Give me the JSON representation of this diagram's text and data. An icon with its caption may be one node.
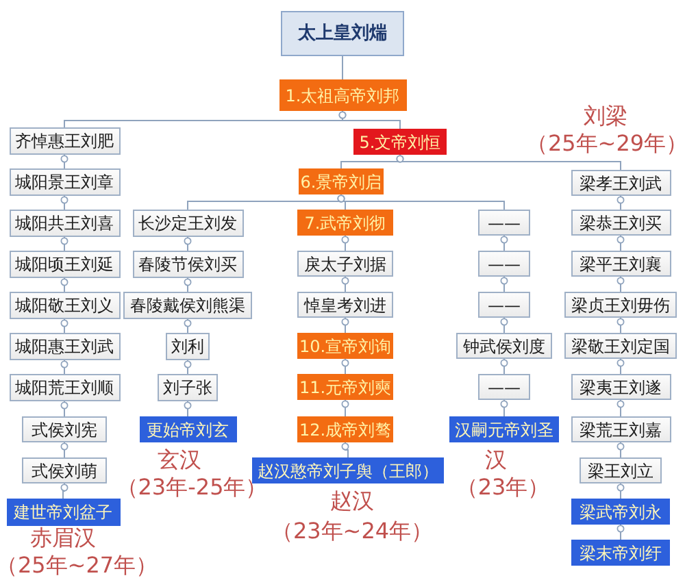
{
  "diagram": {
    "nodes": [
      {
        "text": [
          "太上皇刘煓"
        ]
      },
      {
        "text": [
          "1.太祖高帝刘邦"
        ]
      },
      {
        "text": [
          "齐悼惠王刘肥"
        ]
      },
      {
        "text": [
          "5.文帝刘恒"
        ]
      },
      {
        "text": [
          "城阳景王刘章"
        ]
      },
      {
        "text": [
          "6.景帝刘启"
        ]
      },
      {
        "text": [
          "梁孝王刘武"
        ]
      },
      {
        "text": [
          "城阳共王刘喜"
        ]
      },
      {
        "text": [
          "长沙定王刘发"
        ]
      },
      {
        "text": [
          "7.武帝刘彻"
        ]
      },
      {
        "text": [
          "——"
        ]
      },
      {
        "text": [
          "梁恭王刘买"
        ]
      },
      {
        "text": [
          "城阳顷王刘延"
        ]
      },
      {
        "text": [
          "春陵节侯刘买"
        ]
      },
      {
        "text": [
          "戾太子刘据"
        ]
      },
      {
        "text": [
          "——"
        ]
      },
      {
        "text": [
          "梁平王刘襄"
        ]
      },
      {
        "text": [
          "城阳敬王刘义"
        ]
      },
      {
        "text": [
          "春陵戴侯刘熊渠"
        ]
      },
      {
        "text": [
          "悼皇考刘进"
        ]
      },
      {
        "text": [
          "——"
        ]
      },
      {
        "text": [
          "梁贞王刘毋伤"
        ]
      },
      {
        "text": [
          "城阳惠王刘武"
        ]
      },
      {
        "text": [
          "刘利"
        ]
      },
      {
        "text": [
          "10.宣帝刘询"
        ]
      },
      {
        "text": [
          "钟武侯刘度"
        ]
      },
      {
        "text": [
          "梁敬王刘定国"
        ]
      },
      {
        "text": [
          "城阳荒王刘顺"
        ]
      },
      {
        "text": [
          "刘子张"
        ]
      },
      {
        "text": [
          "11.元帝刘奭"
        ]
      },
      {
        "text": [
          "——"
        ]
      },
      {
        "text": [
          "梁夷王刘遂"
        ]
      },
      {
        "text": [
          "式侯刘宪"
        ]
      },
      {
        "text": [
          "更始帝刘玄"
        ],
        "beside": [
          "玄汉",
          "（23年-25年）"
        ]
      },
      {
        "text": [
          "12.成帝刘骜"
        ]
      },
      {
        "text": [
          "汉嗣元帝刘圣"
        ],
        "beside": [
          "汉",
          "（23年）"
        ]
      },
      {
        "text": [
          "梁荒王刘嘉"
        ]
      },
      {
        "text": [
          "式侯刘萌"
        ]
      },
      {
        "text": [
          "赵汉憨帝刘子舆（王郎）"
        ],
        "beside": [
          "赵汉",
          "（23年~24年）"
        ]
      },
      {
        "text": [
          "梁王刘立"
        ]
      },
      {
        "text": [
          "建世帝刘盆子"
        ],
        "beside": [
          "赤眉汉",
          "（25年~27年）"
        ]
      },
      {
        "text": [
          "梁武帝刘永"
        ]
      },
      {
        "text": [
          "梁末帝刘纡"
        ]
      }
    ],
    "edges": [
      {
        "from": 0,
        "to": 1,
        "arrow": "none"
      },
      {
        "from": 1,
        "to": 2,
        "arrow": "other"
      },
      {
        "from": 1,
        "to": 3,
        "arrow": "other"
      },
      {
        "from": 3,
        "to": 5,
        "arrow": "other"
      },
      {
        "from": 3,
        "to": 6,
        "arrow": "other"
      },
      {
        "from": 5,
        "to": 8,
        "arrow": "other"
      },
      {
        "from": 5,
        "to": 9,
        "arrow": "other"
      },
      {
        "from": 5,
        "to": 10,
        "arrow": "other"
      },
      {
        "from": 2,
        "to": 4,
        "arrow": "other"
      },
      {
        "from": 4,
        "to": 7,
        "arrow": "other"
      },
      {
        "from": 7,
        "to": 12,
        "arrow": "other"
      },
      {
        "from": 12,
        "to": 17,
        "arrow": "other"
      },
      {
        "from": 17,
        "to": 22,
        "arrow": "other"
      },
      {
        "from": 22,
        "to": 27,
        "arrow": "other"
      },
      {
        "from": 27,
        "to": 32,
        "arrow": "other"
      },
      {
        "from": 32,
        "to": 37,
        "arrow": "other"
      },
      {
        "from": 37,
        "to": 40,
        "arrow": "other"
      },
      {
        "from": 8,
        "to": 13,
        "arrow": "other"
      },
      {
        "from": 13,
        "to": 18,
        "arrow": "other"
      },
      {
        "from": 18,
        "to": 23,
        "arrow": "other"
      },
      {
        "from": 23,
        "to": 28,
        "arrow": "other"
      },
      {
        "from": 28,
        "to": 33,
        "arrow": "other"
      },
      {
        "from": 9,
        "to": 14,
        "arrow": "other"
      },
      {
        "from": 14,
        "to": 19,
        "arrow": "other"
      },
      {
        "from": 19,
        "to": 24,
        "arrow": "other"
      },
      {
        "from": 24,
        "to": 29,
        "arrow": "other"
      },
      {
        "from": 29,
        "to": 34,
        "arrow": "other"
      },
      {
        "from": 34,
        "to": 38,
        "arrow": "other"
      },
      {
        "from": 10,
        "to": 15,
        "arrow": "other"
      },
      {
        "from": 15,
        "to": 20,
        "arrow": "other"
      },
      {
        "from": 20,
        "to": 25,
        "arrow": "other"
      },
      {
        "from": 25,
        "to": 30,
        "arrow": "other"
      },
      {
        "from": 30,
        "to": 35,
        "arrow": "other"
      },
      {
        "from": 6,
        "to": 11,
        "arrow": "other"
      },
      {
        "from": 11,
        "to": 16,
        "arrow": "other"
      },
      {
        "from": 16,
        "to": 21,
        "arrow": "other"
      },
      {
        "from": 21,
        "to": 26,
        "arrow": "other"
      },
      {
        "from": 26,
        "to": 31,
        "arrow": "other"
      },
      {
        "from": 31,
        "to": 36,
        "arrow": "other"
      },
      {
        "from": 36,
        "to": 39,
        "arrow": "other"
      },
      {
        "from": 39,
        "to": 41,
        "arrow": "other"
      },
      {
        "from": 41,
        "to": 42,
        "arrow": "other"
      }
    ],
    "labels": [
      "刘梁",
      "（25年~29年）"
    ]
  }
}
